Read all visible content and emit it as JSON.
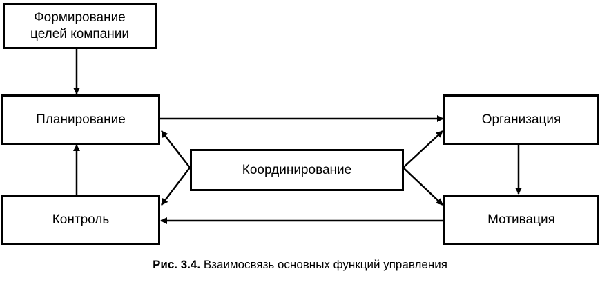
{
  "nodes": {
    "goals": "Формирование целей компании",
    "planning": "Планирование",
    "organization": "Организация",
    "coordination": "Координирование",
    "control": "Контроль",
    "motivation": "Мотивация"
  },
  "caption": {
    "label": "Рис. 3.4.",
    "text": " Взаимосвязь основных функций управления"
  }
}
